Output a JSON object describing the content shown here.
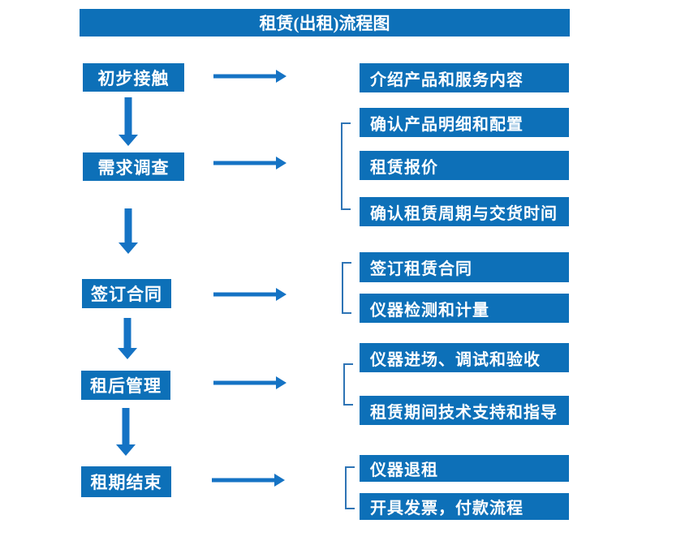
{
  "title": "租赁(出租)流程图",
  "colors": {
    "box": "#0D70B8",
    "arrow": "#1573C4",
    "bracket": "#2E74B5",
    "text": "#FFFFFF",
    "background": "#FFFFFF"
  },
  "stages": [
    {
      "label": "初步接触",
      "outputs": [
        "介绍产品和服务内容"
      ]
    },
    {
      "label": "需求调查",
      "outputs": [
        "确认产品明细和配置",
        "租赁报价",
        "确认租赁周期与交货时间"
      ]
    },
    {
      "label": "签订合同",
      "outputs": [
        "签订租赁合同",
        "仪器检测和计量"
      ]
    },
    {
      "label": "租后管理",
      "outputs": [
        "仪器进场、调试和验收",
        "租赁期间技术支持和指导"
      ]
    },
    {
      "label": "租期结束",
      "outputs": [
        "仪器退租",
        "开具发票，付款流程"
      ]
    }
  ]
}
